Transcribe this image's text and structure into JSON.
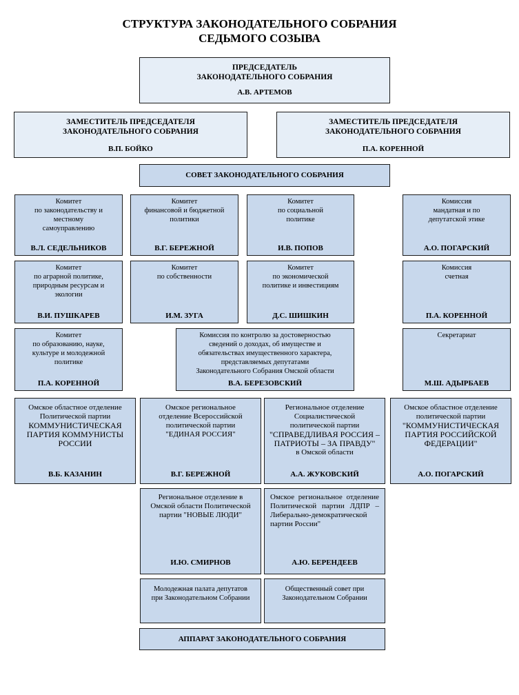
{
  "title": {
    "line1": "СТРУКТУРА ЗАКОНОДАТЕЛЬНОГО СОБРАНИЯ",
    "line2": "СЕДЬМОГО  СОЗЫВА"
  },
  "chairman": {
    "role": "ПРЕДСЕДАТЕЛЬ\nЗАКОНОДАТЕЛЬНОГО СОБРАНИЯ",
    "name": "А.В. АРТЕМОВ"
  },
  "deputies": [
    {
      "role": "ЗАМЕСТИТЕЛЬ ПРЕДСЕДАТЕЛЯ\nЗАКОНОДАТЕЛЬНОГО СОБРАНИЯ",
      "name": "В.П. БОЙКО"
    },
    {
      "role": "ЗАМЕСТИТЕЛЬ ПРЕДСЕДАТЕЛЯ\nЗАКОНОДАТЕЛЬНОГО СОБРАНИЯ",
      "name": "П.А. КОРЕННОЙ"
    }
  ],
  "council": "СОВЕТ ЗАКОНОДАТЕЛЬНОГО СОБРАНИЯ",
  "committees": [
    {
      "text": "Комитет\nпо законодательству и\nместному\nсамоуправлению",
      "name": "В.Л. СЕДЕЛЬНИКОВ"
    },
    {
      "text": "Комитет\nфинансовой и бюджетной\nполитики",
      "name": "В.Г. БЕРЕЖНОЙ"
    },
    {
      "text": "Комитет\nпо социальной\nполитике",
      "name": "И.В. ПОПОВ"
    },
    {
      "text": "Комиссия\nмандатная и по\nдепутатской этике",
      "name": "А.О. ПОГАРСКИЙ"
    },
    {
      "text": "Комитет\nпо аграрной политике,\nприродным ресурсам и\nэкологии",
      "name": "В.И. ПУШКАРЕВ"
    },
    {
      "text": "Комитет\nпо собственности",
      "name": "И.М. ЗУГА"
    },
    {
      "text": "Комитет\nпо экономической\nполитике и  инвестициям",
      "name": "Д.С. ШИШКИН"
    },
    {
      "text": "Комиссия\nсчетная",
      "name": "П.А. КОРЕННОЙ"
    },
    {
      "text": "Комитет\nпо образованию, науке,\nкультуре и молодежной\nполитике",
      "name": "П.А. КОРЕННОЙ"
    },
    {
      "text": "Комиссия по контролю за достоверностью\nсведений о доходах, об имуществе и\nобязательствах имущественного характера,\nпредставляемых депутатами\nЗаконодательного Собрания Омской области",
      "name": "В.А. БЕРЕЗОВСКИЙ"
    },
    {
      "text": "Секретариат",
      "name": "М.Ш. АДЫРБАЕВ"
    }
  ],
  "parties": [
    {
      "text": "Омское областное отделение\nПолитической партии",
      "upper": "КОММУНИСТИЧЕСКАЯ\nПАРТИЯ КОММУНИСТЫ\nРОССИИ",
      "tail": "",
      "name": "В.Б. КАЗАНИН"
    },
    {
      "text": "Омское региональное\nотделение Всероссийской\nполитической партии\n\"ЕДИНАЯ РОССИЯ\"",
      "upper": "",
      "tail": "",
      "name": "В.Г. БЕРЕЖНОЙ"
    },
    {
      "text": "Региональное отделение\nСоциалистической\nполитической партии",
      "upper": "\"СПРАВЕДЛИВАЯ РОССИЯ –\nПАТРИОТЫ – ЗА ПРАВДУ\"",
      "tail": "в Омской области",
      "name": "А.А. ЖУКОВСКИЙ"
    },
    {
      "text": "Омское областное отделение\nполитической партии",
      "upper": "\"КОММУНИСТИЧЕСКАЯ\nПАРТИЯ РОССИЙСКОЙ\nФЕДЕРАЦИИ\"",
      "tail": "",
      "name": "А.О. ПОГАРСКИЙ"
    },
    {
      "text": "Региональное отделение в\nОмской области Политической\nпартии \"НОВЫЕ ЛЮДИ\"",
      "upper": "",
      "tail": "",
      "name": "И.Ю. СМИРНОВ"
    },
    {
      "text": "Омское региональное отделение Политической партии ЛДПР – Либерально-демократической партии России\"",
      "upper": "",
      "tail": "",
      "name": "А.Ю. БЕРЕНДЕЕВ"
    }
  ],
  "youth_chamber": "Молодежная палата депутатов\nпри Законодательном Собрании",
  "public_council": "Общественный совет при\nЗаконодательном Собрании",
  "apparatus": "АППАРАТ ЗАКОНОДАТЕЛЬНОГО СОБРАНИЯ",
  "colors": {
    "light_fill": "#e6eef7",
    "mid_fill": "#c8d8ec",
    "border": "#1a1a1a"
  }
}
